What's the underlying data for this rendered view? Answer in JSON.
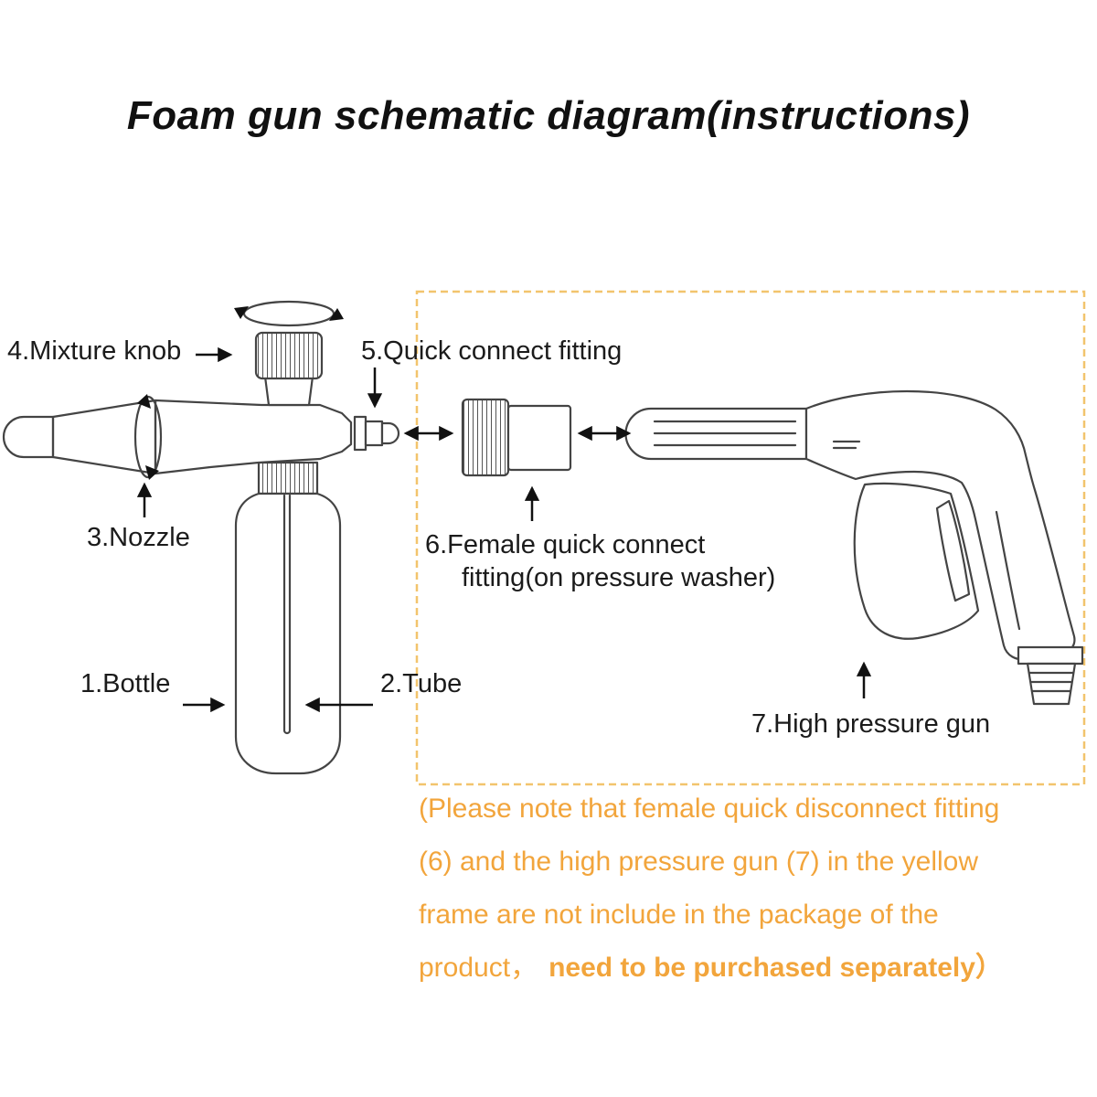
{
  "title": "Foam gun schematic diagram(instructions)",
  "labels": {
    "bottle": "1.Bottle",
    "tube": "2.Tube",
    "nozzle": "3.Nozzle",
    "mixture_knob": "4.Mixture knob",
    "quick_connect_fitting": "5.Quick connect fitting",
    "female_quick_connect_line1": "6.Female quick connect",
    "female_quick_connect_line2": "fitting(on pressure washer)",
    "high_pressure_gun": "7.High pressure gun"
  },
  "note": {
    "lines": [
      "(Please note that female quick disconnect fitting",
      "(6) and the high pressure gun (7) in the yellow",
      "frame are not include in the package of the"
    ],
    "last_line_regular": "product，",
    "last_line_bold": "need to be purchased separately）"
  },
  "colors": {
    "frame": "#F2C46D",
    "note_text": "#F2A53C",
    "line_art": "#444444",
    "arrow": "#111111"
  }
}
